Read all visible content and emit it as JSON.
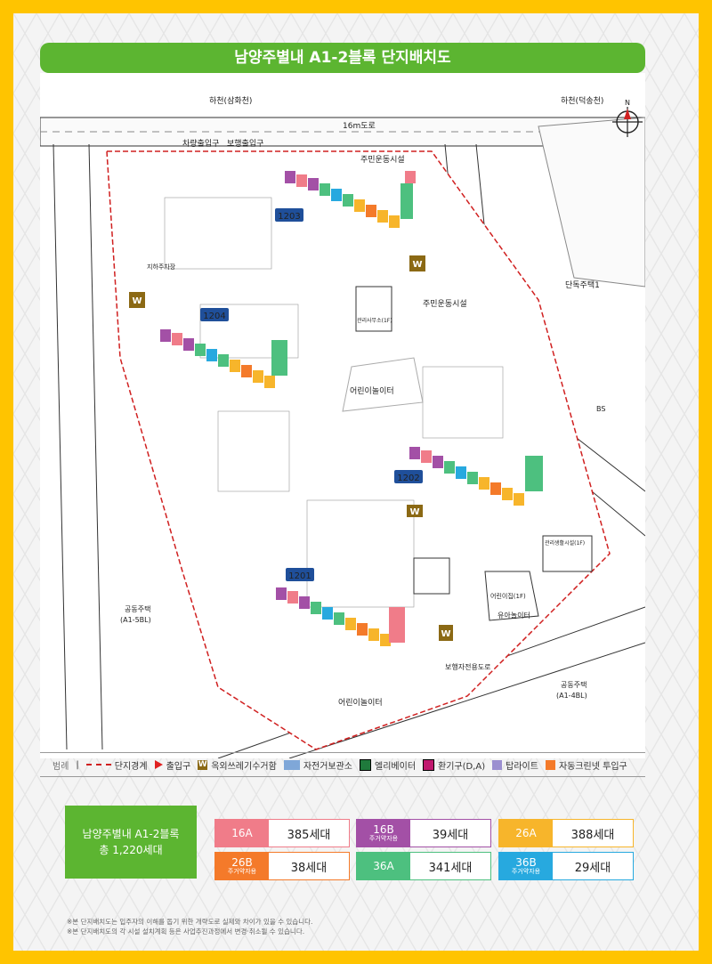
{
  "title": "남양주별내 A1-2블록 단지배치도",
  "map": {
    "north": "N",
    "river_left": "하천(삼화천)",
    "river_right": "하천(덕송천)",
    "road_top": "16m도로",
    "entrance_car": "차량출입구",
    "entrance_walk": "보행출입구",
    "right_housing": "단독주택1",
    "left_housing_line1": "공동주택",
    "left_housing_line2": "(A1-5BL)",
    "bottom_housing_line1": "공동주택",
    "bottom_housing_line2": "(A1-4BL)",
    "pedestrian_road": "보행자전용도로",
    "bus_stop": "BS",
    "facilities": {
      "community_top": "주민운동시설",
      "community_mid": "주민운동시설",
      "playground_center": "어린이놀이터",
      "playground_bottom": "어린이놀이터",
      "nursery": "어린이집(1F)",
      "kids_playground": "유아놀이터",
      "management_office": "관리사무소(1F)",
      "senior_center": "관리생활시설(1F)"
    },
    "buildings": [
      "1203",
      "1204",
      "1202",
      "1201"
    ],
    "parking_label": "지하주차장"
  },
  "legend": {
    "title": "범례",
    "items": [
      {
        "label": "단지경계",
        "icon": "boundary-dashed"
      },
      {
        "label": "출입구",
        "icon": "entrance-triangle"
      },
      {
        "label": "옥외쓰레기수거함",
        "icon": "W"
      },
      {
        "label": "자전거보관소",
        "icon": "bicycle-storage"
      },
      {
        "label": "엘리베이터",
        "icon": "elevator"
      },
      {
        "label": "환기구(D,A)",
        "icon": "vent"
      },
      {
        "label": "탑라이트",
        "icon": "toplight"
      },
      {
        "label": "자동크린넷 투입구",
        "icon": "clean-net"
      }
    ],
    "w_glyph": "W"
  },
  "summary": {
    "line1": "남양주별내 A1-2블록",
    "line2": "총 1,220세대"
  },
  "units": [
    {
      "type": "16A",
      "sub": "",
      "count": "385세대",
      "color": "#f07c89"
    },
    {
      "type": "16B",
      "sub": "주거약자용",
      "count": "39세대",
      "color": "#a350a6"
    },
    {
      "type": "26A",
      "sub": "",
      "count": "388세대",
      "color": "#f7b52b"
    },
    {
      "type": "26B",
      "sub": "주거약자용",
      "count": "38세대",
      "color": "#f47a2a"
    },
    {
      "type": "36A",
      "sub": "",
      "count": "341세대",
      "color": "#4dc07f"
    },
    {
      "type": "36B",
      "sub": "주거약자용",
      "count": "29세대",
      "color": "#27a9df"
    }
  ],
  "notes": [
    "※본 단지배치도는 입주자의 이해를 돕기 위한 개략도로 실제와 차이가 있을 수 있습니다.",
    "※본 단지배치도의 각 시설 설치계획 등은 사업추진과정에서 변경·취소될 수 있습니다."
  ]
}
